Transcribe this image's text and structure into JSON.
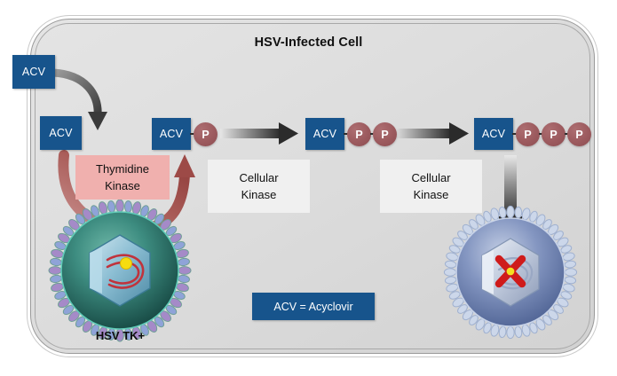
{
  "diagram": {
    "title": "HSV-Infected Cell",
    "colors": {
      "acv_blue": "#17548c",
      "phosphate_red": "#9c5a5e",
      "thymidine_kinase_pink": "#f0b0ae",
      "cellular_kinase_gray": "#f0f0f0",
      "cell_interior": "#dedede",
      "virus_tk_positive": "#2f7a70",
      "virus_inactive": "#7f93bb",
      "x_mark_red": "#d51f1f",
      "x_mark_center_yellow": "#f4e020"
    },
    "nodes": {
      "acv_extracellular": "ACV",
      "acv_intracellular": "ACV",
      "acv_mono": "ACV",
      "acv_di": "ACV",
      "acv_tri": "ACV"
    },
    "phosphate_label": "P",
    "phosphate_counts": {
      "monophosphate": 1,
      "diphosphate": 2,
      "triphosphate": 3
    },
    "enzymes": {
      "thymidine_kinase": {
        "line1": "Thymidine",
        "line2": "Kinase"
      },
      "cellular_kinase_1": {
        "line1": "Cellular",
        "line2": "Kinase"
      },
      "cellular_kinase_2": {
        "line1": "Cellular",
        "line2": "Kinase"
      }
    },
    "legend": "ACV = Acyclovir",
    "virus_left_label": "HSV TK+",
    "arrows": {
      "uptake": "curved-gray-arrow-entering-cell",
      "tk_phosphorylation": "curved-red-arrow-from-virus-to-acv-monophosphate",
      "step1": "gradient-right-arrow",
      "step2": "gradient-right-arrow",
      "inhibition": "gradient-down-arrow-to-virus"
    }
  }
}
